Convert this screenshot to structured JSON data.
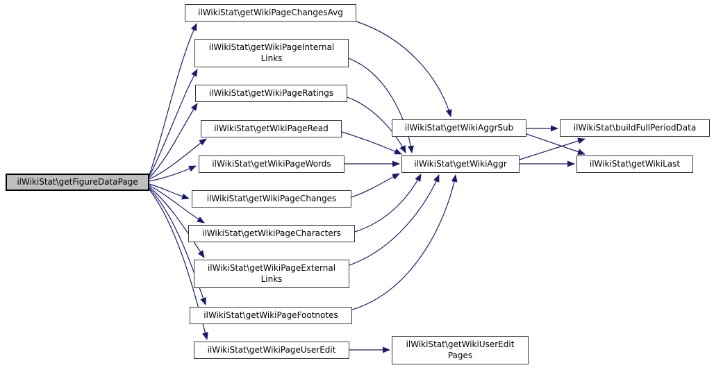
{
  "diagram": {
    "type": "call-graph",
    "background_color": "#ffffff",
    "edge_color": "#191970",
    "node_fill": "#ffffff",
    "node_border_color": "#383838",
    "highlight_node_fill": "#bfbfbf",
    "highlight_node_border": "#000000"
  },
  "nodes": [
    {
      "id": "getFigureDataPage",
      "label": "ilWikiStat\\getFigureDataPage",
      "highlighted": true
    },
    {
      "id": "getWikiPageChangesAvg",
      "label": "ilWikiStat\\getWikiPageChangesAvg",
      "highlighted": false
    },
    {
      "id": "getWikiPageInternalLinks",
      "label": "ilWikiStat\\getWikiPageInternal\nLinks",
      "highlighted": false
    },
    {
      "id": "getWikiPageRatings",
      "label": "ilWikiStat\\getWikiPageRatings",
      "highlighted": false
    },
    {
      "id": "getWikiPageRead",
      "label": "ilWikiStat\\getWikiPageRead",
      "highlighted": false
    },
    {
      "id": "getWikiPageWords",
      "label": "ilWikiStat\\getWikiPageWords",
      "highlighted": false
    },
    {
      "id": "getWikiPageChanges",
      "label": "ilWikiStat\\getWikiPageChanges",
      "highlighted": false
    },
    {
      "id": "getWikiPageCharacters",
      "label": "ilWikiStat\\getWikiPageCharacters",
      "highlighted": false
    },
    {
      "id": "getWikiPageExternalLinks",
      "label": "ilWikiStat\\getWikiPageExternal\nLinks",
      "highlighted": false
    },
    {
      "id": "getWikiPageFootnotes",
      "label": "ilWikiStat\\getWikiPageFootnotes",
      "highlighted": false
    },
    {
      "id": "getWikiPageUserEdit",
      "label": "ilWikiStat\\getWikiPageUserEdit",
      "highlighted": false
    },
    {
      "id": "getWikiAggrSub",
      "label": "ilWikiStat\\getWikiAggrSub",
      "highlighted": false
    },
    {
      "id": "getWikiAggr",
      "label": "ilWikiStat\\getWikiAggr",
      "highlighted": false
    },
    {
      "id": "buildFullPeriodData",
      "label": "ilWikiStat\\buildFullPeriodData",
      "highlighted": false
    },
    {
      "id": "getWikiLast",
      "label": "ilWikiStat\\getWikiLast",
      "highlighted": false
    },
    {
      "id": "getWikiUserEditPages",
      "label": "ilWikiStat\\getWikiUserEdit\nPages",
      "highlighted": false
    }
  ],
  "edges": [
    {
      "from": "getFigureDataPage",
      "to": "getWikiPageChangesAvg"
    },
    {
      "from": "getFigureDataPage",
      "to": "getWikiPageInternalLinks"
    },
    {
      "from": "getFigureDataPage",
      "to": "getWikiPageRatings"
    },
    {
      "from": "getFigureDataPage",
      "to": "getWikiPageRead"
    },
    {
      "from": "getFigureDataPage",
      "to": "getWikiPageWords"
    },
    {
      "from": "getFigureDataPage",
      "to": "getWikiPageChanges"
    },
    {
      "from": "getFigureDataPage",
      "to": "getWikiPageCharacters"
    },
    {
      "from": "getFigureDataPage",
      "to": "getWikiPageExternalLinks"
    },
    {
      "from": "getFigureDataPage",
      "to": "getWikiPageFootnotes"
    },
    {
      "from": "getFigureDataPage",
      "to": "getWikiPageUserEdit"
    },
    {
      "from": "getWikiPageChangesAvg",
      "to": "getWikiAggrSub"
    },
    {
      "from": "getWikiPageInternalLinks",
      "to": "getWikiAggr"
    },
    {
      "from": "getWikiPageRatings",
      "to": "getWikiAggr"
    },
    {
      "from": "getWikiPageRead",
      "to": "getWikiAggr"
    },
    {
      "from": "getWikiPageWords",
      "to": "getWikiAggr"
    },
    {
      "from": "getWikiPageChanges",
      "to": "getWikiAggr"
    },
    {
      "from": "getWikiPageCharacters",
      "to": "getWikiAggr"
    },
    {
      "from": "getWikiPageExternalLinks",
      "to": "getWikiAggr"
    },
    {
      "from": "getWikiPageFootnotes",
      "to": "getWikiAggr"
    },
    {
      "from": "getWikiPageUserEdit",
      "to": "getWikiUserEditPages"
    },
    {
      "from": "getWikiAggrSub",
      "to": "buildFullPeriodData"
    },
    {
      "from": "getWikiAggrSub",
      "to": "getWikiLast"
    },
    {
      "from": "getWikiAggr",
      "to": "buildFullPeriodData"
    },
    {
      "from": "getWikiAggr",
      "to": "getWikiLast"
    }
  ]
}
